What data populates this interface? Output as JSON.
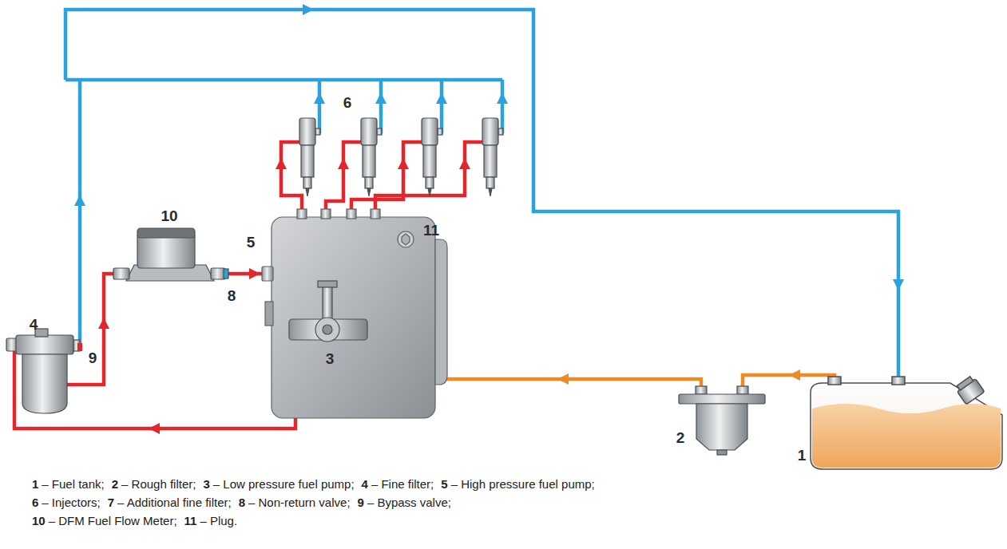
{
  "diagram": {
    "labels": [
      "6",
      "10",
      "11",
      "5",
      "8",
      "4",
      "9",
      "3",
      "2",
      "1",
      "1",
      "– Fuel tank;",
      "2",
      "– Rough filter;",
      "3",
      "– Low pressure fuel pump;",
      "4",
      "–  Fine filter;",
      "5",
      "– High pressure fuel pump;",
      "6",
      "– Injectors;",
      "7",
      "– Additional fine filter;",
      "8",
      "– Non-return valve;",
      "9",
      "– Bypass valve;",
      "10",
      "– DFM Fuel Flow Meter;",
      "11",
      "– Plug."
    ]
  }
}
